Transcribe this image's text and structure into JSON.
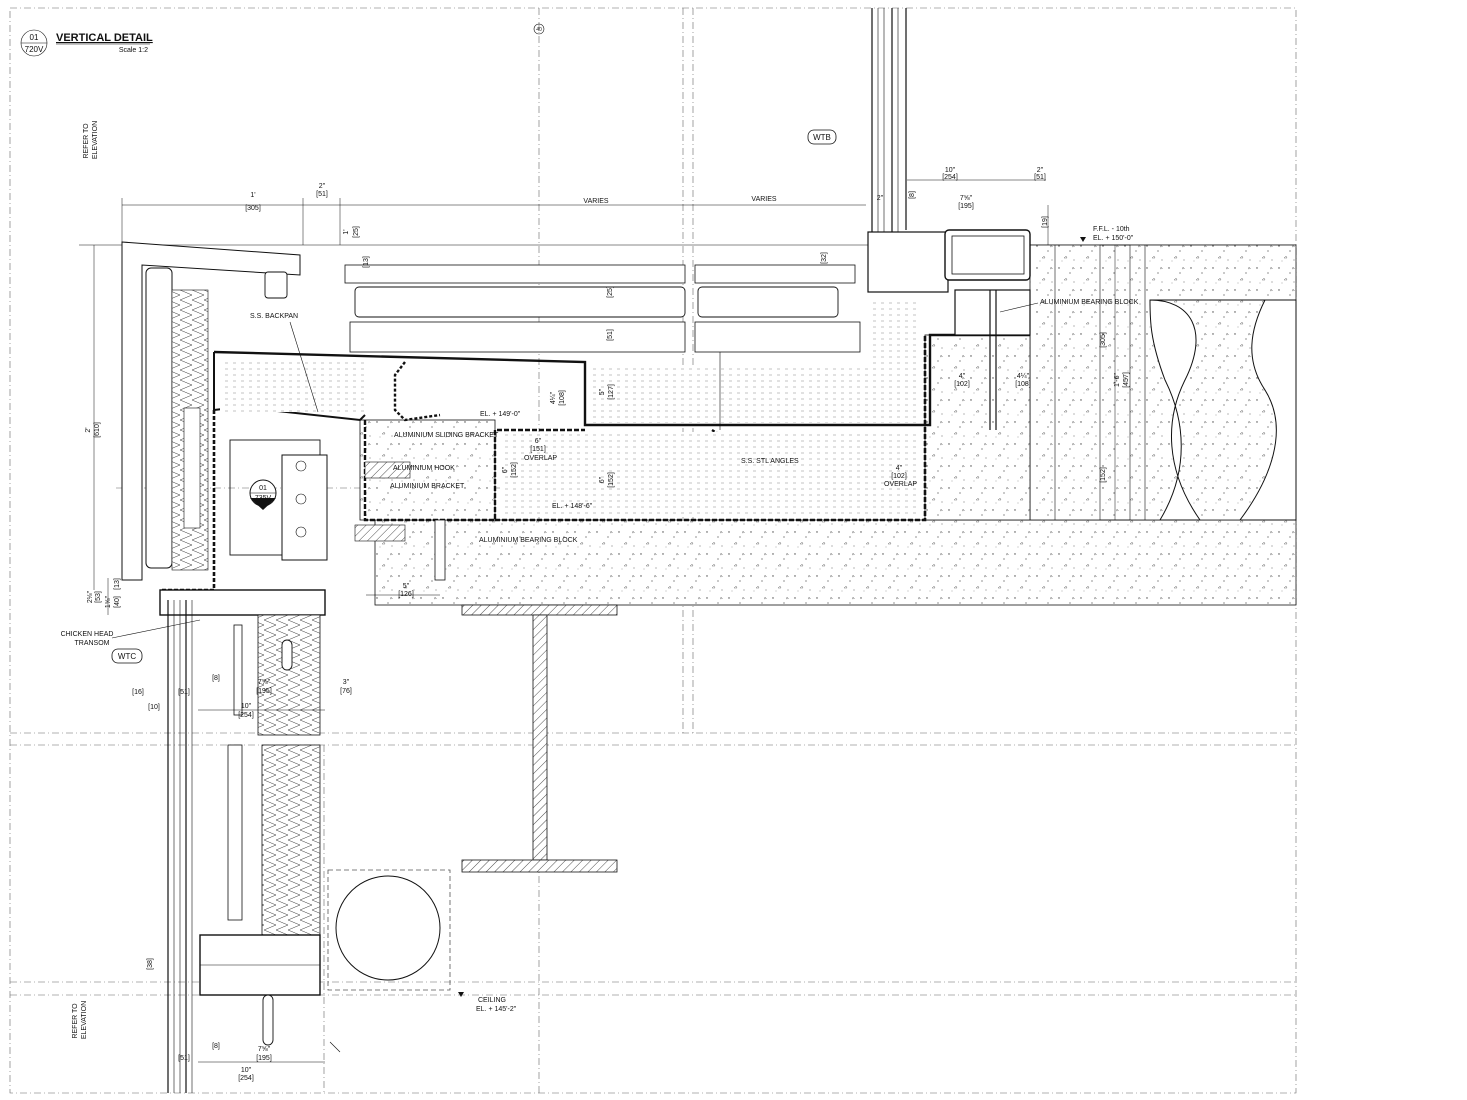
{
  "sheet": {
    "detail_number": "01",
    "sheet_ref": "720V",
    "title": "VERTICAL DETAIL",
    "scale": "Scale 1:2",
    "grid_number": "40"
  },
  "tags": {
    "wtb": "WTB",
    "wtc": "WTC",
    "section_marker_number": "01",
    "section_marker_sheet": "735V"
  },
  "side_notes": {
    "refer_upper": [
      "REFER TO",
      "ELEVATION"
    ],
    "refer_lower": [
      "REFER TO",
      "ELEVATION"
    ]
  },
  "labels": {
    "ss_backpan": "S.S. BACKPAN",
    "aluminium_sliding_bracket": "ALUMINIUM SLIDING BRACKET",
    "aluminium_hook": "ALUMINIUM HOOK",
    "aluminium_bracket": "ALUMINIUM BRACKET",
    "aluminium_bearing_block_lower": "ALUMINIUM BEARING BLOCK",
    "aluminium_bearing_block_upper": "ALUMINIUM BEARING BLOCK",
    "ss_stl_angles": "S.S. STL ANGLES",
    "chicken_head": [
      "CHICKEN HEAD",
      "TRANSOM"
    ],
    "overlap_left": "OVERLAP",
    "overlap_right": "OVERLAP",
    "ffl": "F.F.L. - 10th",
    "el_ffl": "EL. + 150'-0\"",
    "el_149": "EL. + 149'-0\"",
    "el_148": "EL. + 148'-6\"",
    "ceiling": "CEILING",
    "el_ceiling": "EL. + 145'-2\""
  },
  "dimensions": {
    "top_1ft": "1'",
    "top_305": "[305]",
    "top_2in": "2\"",
    "top_51": "[51]",
    "varies_1": "VARIES",
    "varies_2": "VARIES",
    "top_10in": "10\"",
    "top_254": "[254]",
    "top_7_5": "7⅝\"",
    "top_195": "[195]",
    "top_2in_b": "2\"",
    "top_51_b": "[51]",
    "d_19": "[19]",
    "d_8": "[8]",
    "d_2": "2\"",
    "d_1ft_vert": "1'",
    "d_25": "[25]",
    "d_13": "[13]",
    "d_610": "[610]",
    "d_2ft": "2'",
    "d_6in": "6\"",
    "d_151": "[151]",
    "d_152a": "[152]",
    "d_6b": "6\"",
    "d_152b": "[152]",
    "d_127": "[127]",
    "d_5in": "5\"",
    "d_108": "[108]",
    "d_4_25": "4¼\"",
    "d_4in_overlap": "4\"",
    "d_102_overlap": "[102]",
    "d_4in": "4\"",
    "d_102": "[102]",
    "d_4_25b": "4¼\"",
    "d_108b": "[108]",
    "d_305": "[305]",
    "d_457": "[457]",
    "d_1_6": "1'-6\"",
    "d_152c": "[152]",
    "d_6c": "6\"",
    "d_5in_b": "5\"",
    "d_126": "[126]",
    "d_53": "[53]",
    "d_2_1": "2⅛\"",
    "d_13b": "[13]",
    "d_40": "[40]",
    "d_1_5": "1⅝\"",
    "d_16": "[16]",
    "d_10": "[10]",
    "d_51c": "[51]",
    "d_195b": "[195]",
    "d_7_5b": "7⅝\"",
    "d_76": "[76]",
    "d_3in": "3\"",
    "d_8b": "[8]",
    "d_10in_b": "10\"",
    "d_254b": "[254]",
    "d_38": "[38]",
    "d_8c": "[8]",
    "d_7_5c": "7⅝\"",
    "d_195c": "[195]",
    "d_51d": "[51]",
    "d_10in_c": "10\"",
    "d_254c": "[254]",
    "d_32": "[32]",
    "d_51e": "[51]",
    "d_25b": "[25]"
  }
}
